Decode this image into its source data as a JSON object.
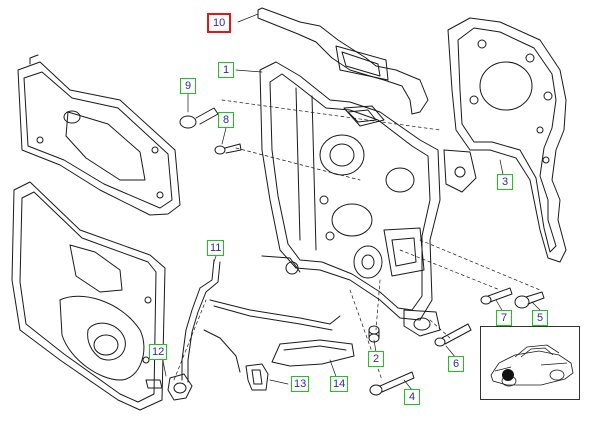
{
  "diagram": {
    "parts": [
      {
        "number": "10",
        "selected": true
      },
      {
        "number": "1"
      },
      {
        "number": "9"
      },
      {
        "number": "8"
      },
      {
        "number": "3"
      },
      {
        "number": "11"
      },
      {
        "number": "7"
      },
      {
        "number": "5"
      },
      {
        "number": "12"
      },
      {
        "number": "2"
      },
      {
        "number": "6"
      },
      {
        "number": "13"
      },
      {
        "number": "14"
      },
      {
        "number": "4"
      }
    ],
    "colors": {
      "callout_border": "#1fc41f",
      "selected_border": "#d81c1c",
      "callout_text": "#2b2ba8",
      "line": "#1a1a1a"
    }
  }
}
